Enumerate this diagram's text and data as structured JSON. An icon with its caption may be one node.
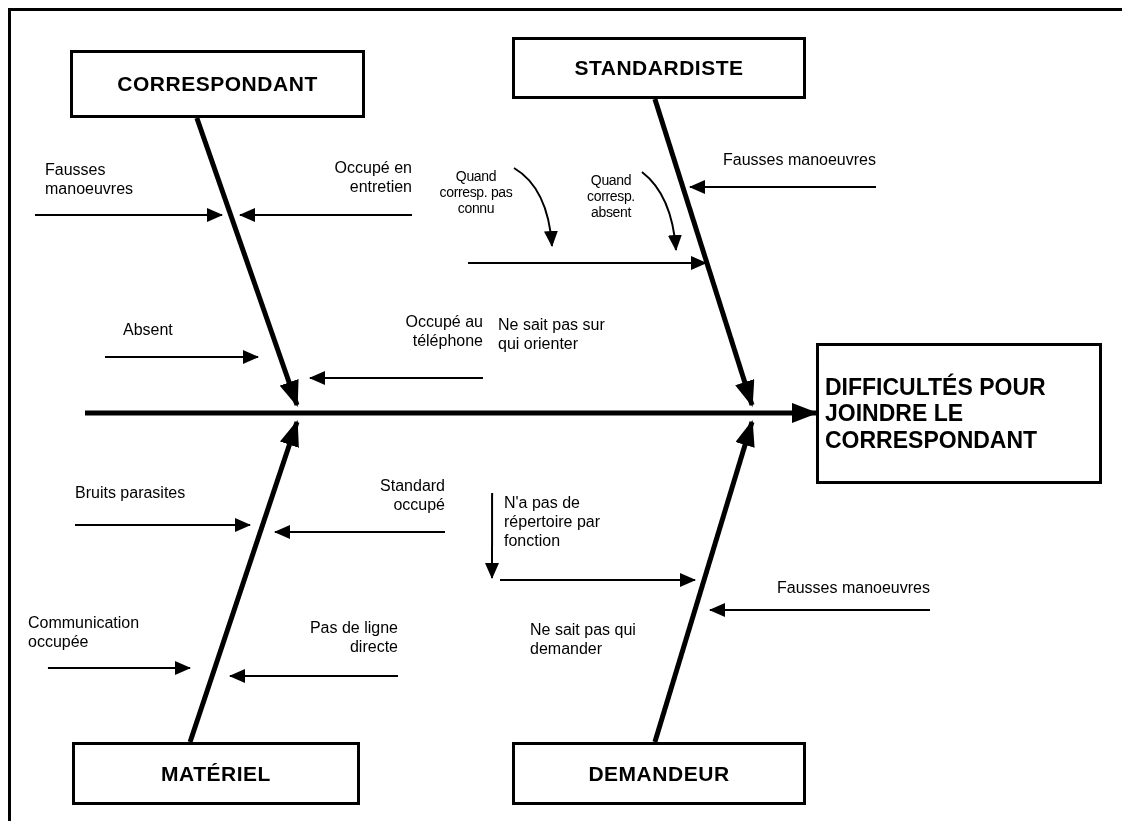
{
  "diagram": {
    "nodes": [
      {
        "text": [
          "CORRESPONDANT"
        ]
      },
      {
        "text": [
          "STANDARDISTE"
        ]
      },
      {
        "text": [
          "Fausses manoeuvres"
        ]
      },
      {
        "text": [
          "Occupé en entretien"
        ]
      },
      {
        "text": [
          "Quand corresp. pas connu"
        ]
      },
      {
        "text": [
          "Quand corresp. absent"
        ]
      },
      {
        "text": [
          "Fausses manoeuvres"
        ]
      },
      {
        "text": [
          "Ne sait pas sur qui orienter"
        ]
      },
      {
        "text": [
          "Absent"
        ]
      },
      {
        "text": [
          "Occupé au téléphone"
        ]
      },
      {
        "text": [
          "DIFFICULTÉS POUR JOINDRE LE CORRESPONDANT"
        ]
      },
      {
        "text": [
          "Bruits parasites"
        ]
      },
      {
        "text": [
          "Standard occupé"
        ]
      },
      {
        "text": [
          "N'a pas de répertoire par fonction"
        ]
      },
      {
        "text": [
          "Ne sait pas qui demander"
        ]
      },
      {
        "text": [
          "Fausses manoeuvres"
        ]
      },
      {
        "text": [
          "Communication occupée"
        ]
      },
      {
        "text": [
          "Pas de ligne directe"
        ]
      },
      {
        "text": [
          "MATÉRIEL"
        ]
      },
      {
        "text": [
          "DEMANDEUR"
        ]
      }
    ],
    "edges": [
      {
        "from": 0,
        "to": null,
        "arrow": "to",
        "style": "thick"
      },
      {
        "from": 1,
        "to": null,
        "arrow": "to",
        "style": "thick"
      },
      {
        "from": 18,
        "to": null,
        "arrow": "to",
        "style": "thick"
      },
      {
        "from": 19,
        "to": null,
        "arrow": "to",
        "style": "thick"
      },
      {
        "from": null,
        "to": 10,
        "arrow": "to",
        "style": "thick"
      },
      {
        "from": 2,
        "to": null,
        "arrow": "to"
      },
      {
        "from": 3,
        "to": null,
        "arrow": "to"
      },
      {
        "from": 4,
        "to": null,
        "arrow": "to"
      },
      {
        "from": 5,
        "to": null,
        "arrow": "to"
      },
      {
        "from": 6,
        "to": null,
        "arrow": "to"
      },
      {
        "from": 7,
        "to": null,
        "arrow": "to"
      },
      {
        "from": 8,
        "to": null,
        "arrow": "to"
      },
      {
        "from": 9,
        "to": null,
        "arrow": "to"
      },
      {
        "from": 11,
        "to": null,
        "arrow": "to"
      },
      {
        "from": 12,
        "to": null,
        "arrow": "to"
      },
      {
        "from": 13,
        "to": null,
        "arrow": "to"
      },
      {
        "from": 14,
        "to": null,
        "arrow": "to"
      },
      {
        "from": 15,
        "to": null,
        "arrow": "to"
      },
      {
        "from": 16,
        "to": null,
        "arrow": "to"
      },
      {
        "from": 17,
        "to": null,
        "arrow": "to"
      }
    ]
  }
}
